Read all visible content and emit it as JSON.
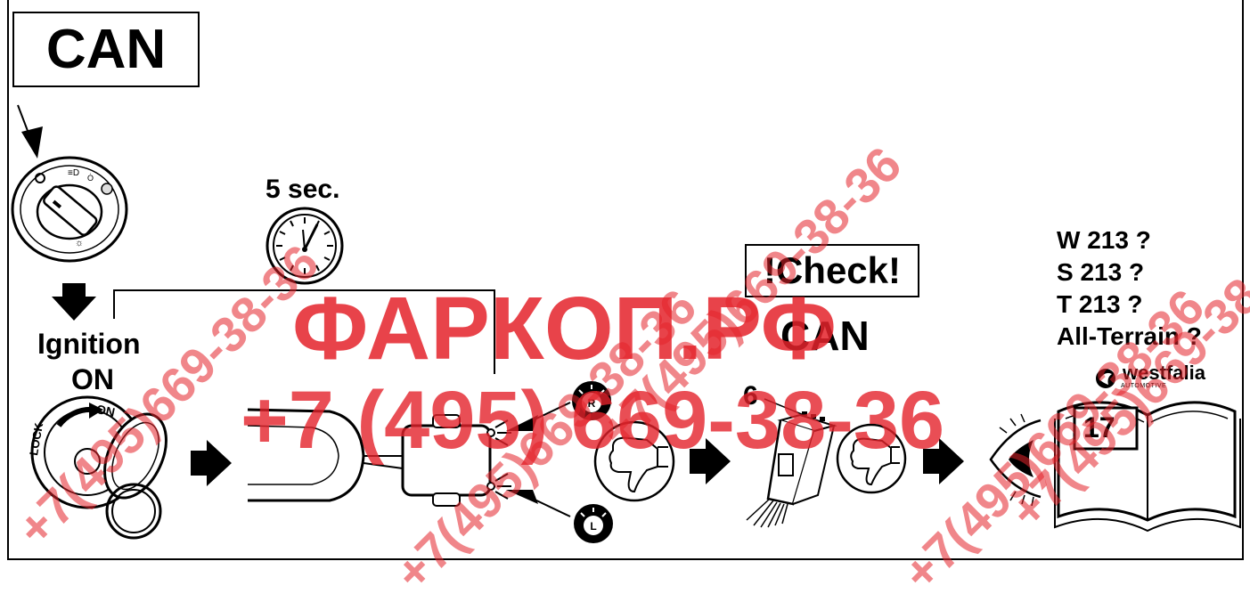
{
  "header": {
    "title": "CAN"
  },
  "timer": {
    "label": "5 sec."
  },
  "ignition": {
    "line1": "Ignition",
    "line2": "ON",
    "key_on": "ON",
    "key_lock": "LOCK"
  },
  "lamps": {
    "right": "R",
    "left": "L"
  },
  "check": {
    "label": "!Check!",
    "sub": "CAN"
  },
  "pin": {
    "number": "6"
  },
  "models": [
    "W 213 ?",
    "S 213 ?",
    "T 213 ?",
    "All-Terrain ?"
  ],
  "brand": {
    "name": "westfalia",
    "sub": "AUTOMOTIVE"
  },
  "manual": {
    "page": "17"
  },
  "watermark": {
    "main": "ФАРКОП.РФ",
    "phone": "+7 (495) 669-38-36",
    "diag1": "+7(495)669-38-36",
    "diag2": "+7(495)669-38-36",
    "diag3": "+7(495)669-38-36",
    "diag4": "+7(495)669-38-36",
    "diag5": "+7(495)669-38-36"
  },
  "colors": {
    "watermark": "#e4222a",
    "ink": "#000000"
  }
}
